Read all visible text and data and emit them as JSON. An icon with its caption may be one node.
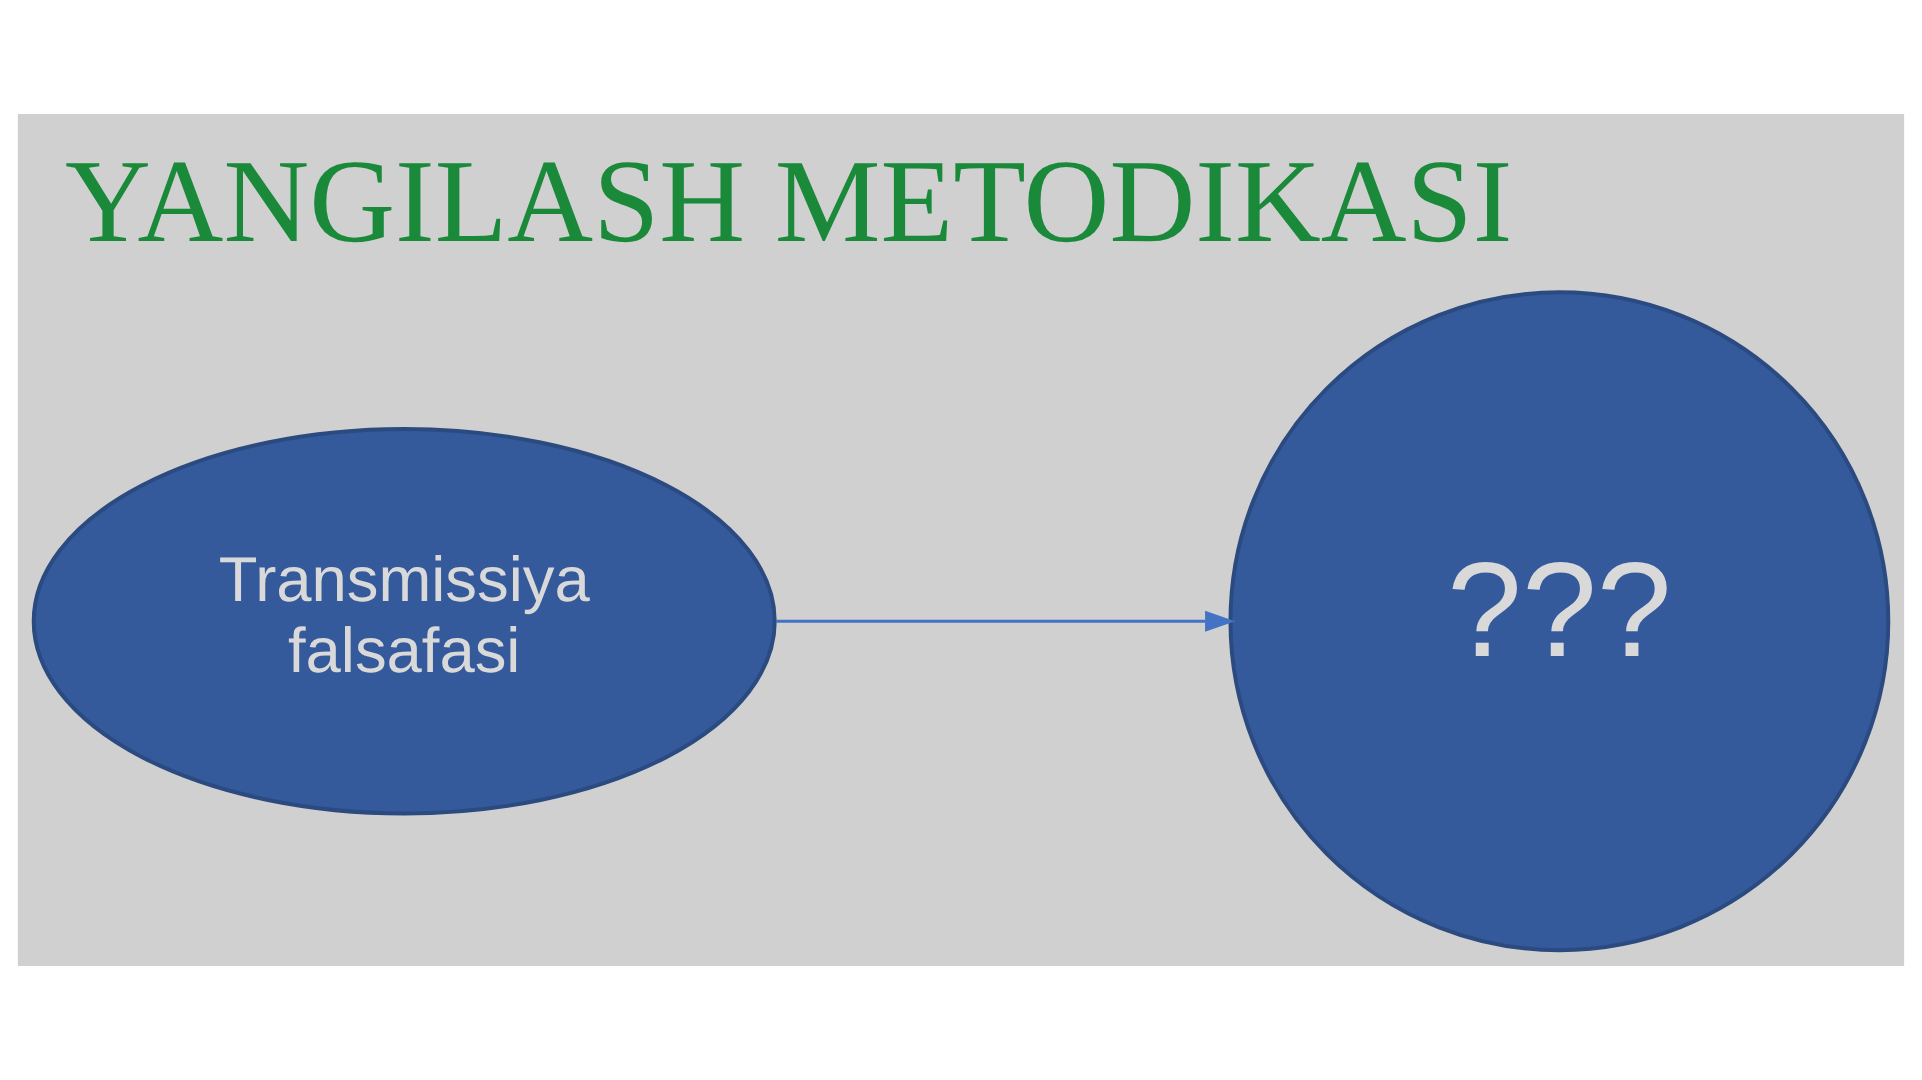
{
  "diagram": {
    "title": "YANGILASH METODIKASI",
    "nodes": [
      {
        "text": [
          "Transmissiya falsafasi"
        ]
      },
      {
        "text": [
          "???"
        ]
      }
    ],
    "edges": [
      {
        "from": 0,
        "to": 1,
        "arrow": "to"
      }
    ]
  }
}
